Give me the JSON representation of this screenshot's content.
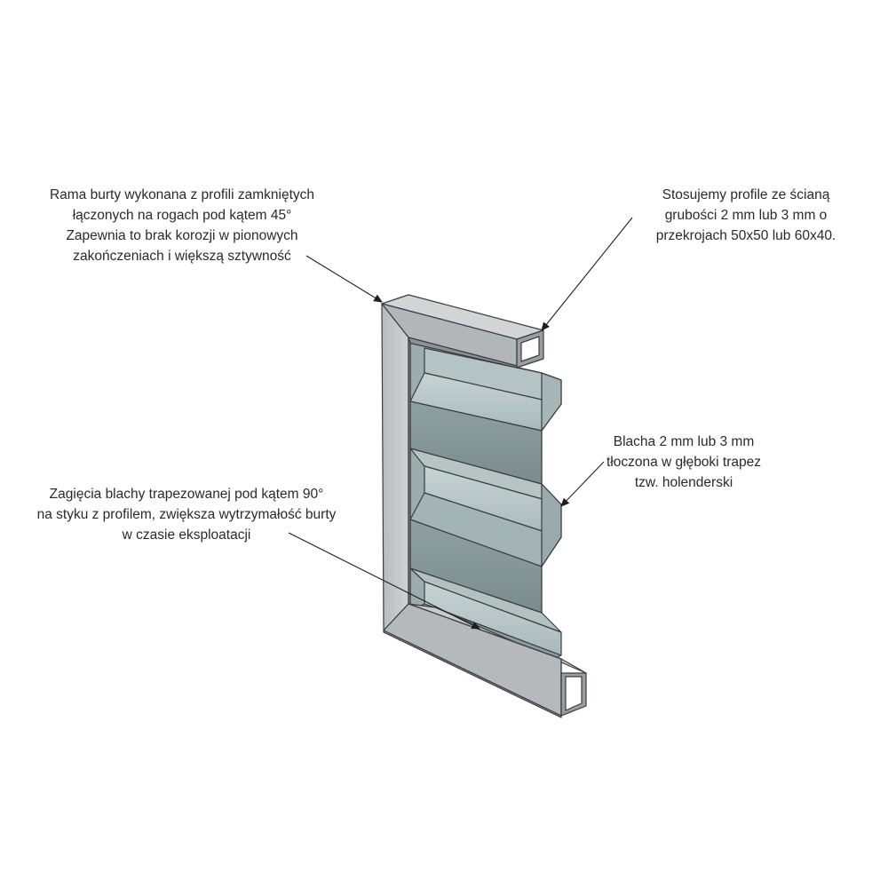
{
  "annotations": {
    "frame": {
      "lines": [
        "Rama burty wykonana z profili zamkniętych",
        "łączonych na rogach pod kątem 45°",
        "Zapewnia to brak korozji w pionowych",
        "zakończeniach i większą sztywność"
      ]
    },
    "profile": {
      "lines": [
        "Stosujemy profile ze ścianą",
        "grubości 2 mm lub 3 mm o",
        "przekrojach 50x50 lub 60x40."
      ]
    },
    "sheet": {
      "lines": [
        "Blacha 2 mm lub 3 mm",
        "tłoczona w głęboki trapez",
        "tzw. holenderski"
      ]
    },
    "bend": {
      "lines": [
        "Zagięcia blachy  trapezowanej pod kątem 90°",
        "na styku z profilem, zwiększa wytrzymałość burty",
        "w czasie eksploatacji"
      ]
    }
  },
  "colors": {
    "frame_light": "#c4c6c9",
    "frame_mid": "#a9acb0",
    "frame_dark": "#8d9095",
    "sheet_light": "#b9c7c7",
    "sheet_mid": "#9aacad",
    "sheet_dark": "#7e9092",
    "outline": "#3b3d40",
    "leader": "#1e1e1e"
  }
}
